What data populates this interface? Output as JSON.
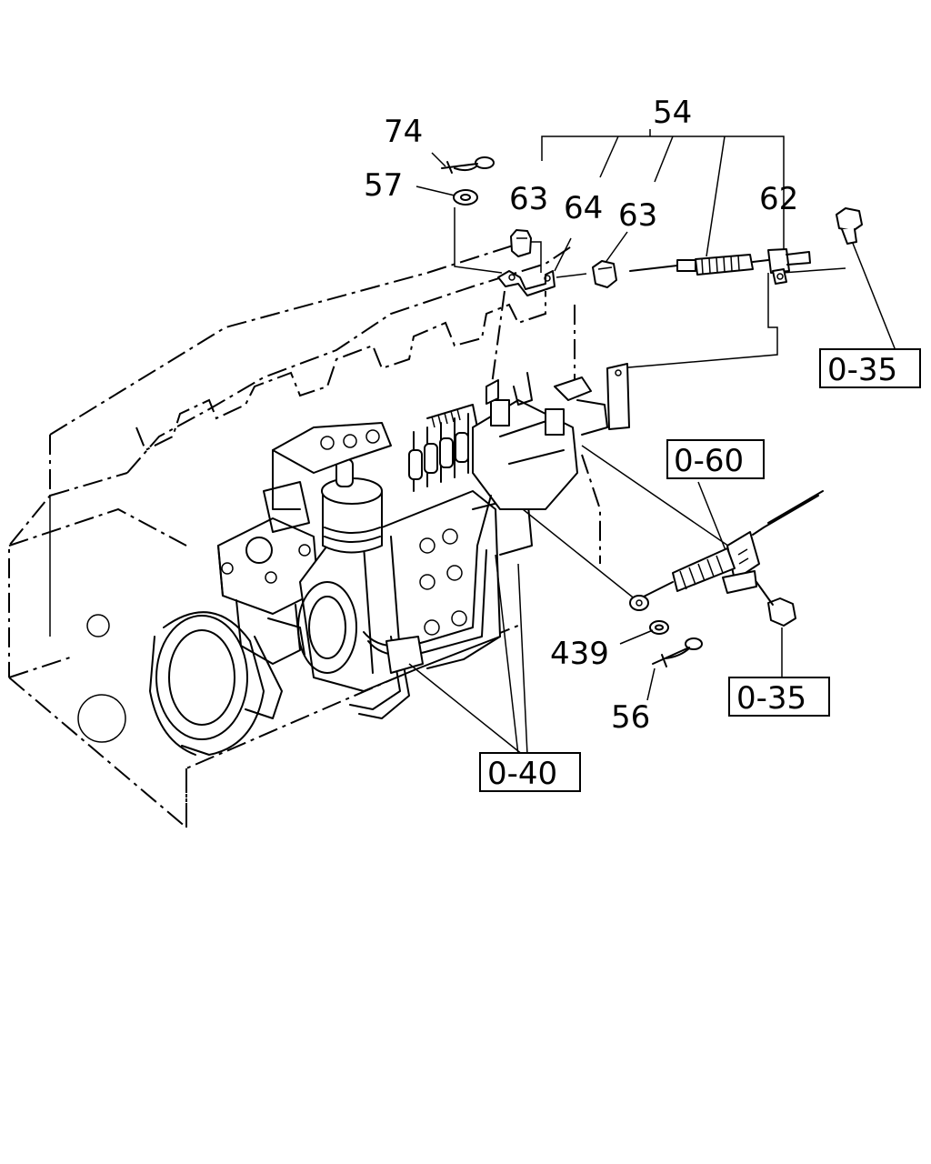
{
  "callouts": {
    "c54": "54",
    "c74": "74",
    "c57": "57",
    "c63a": "63",
    "c64": "64",
    "c63b": "63",
    "c62": "62",
    "c439": "439",
    "c56": "56"
  },
  "refs": {
    "ref_035_top": "0-35",
    "ref_060": "0-60",
    "ref_035_bottom": "0-35",
    "ref_040": "0-40"
  }
}
